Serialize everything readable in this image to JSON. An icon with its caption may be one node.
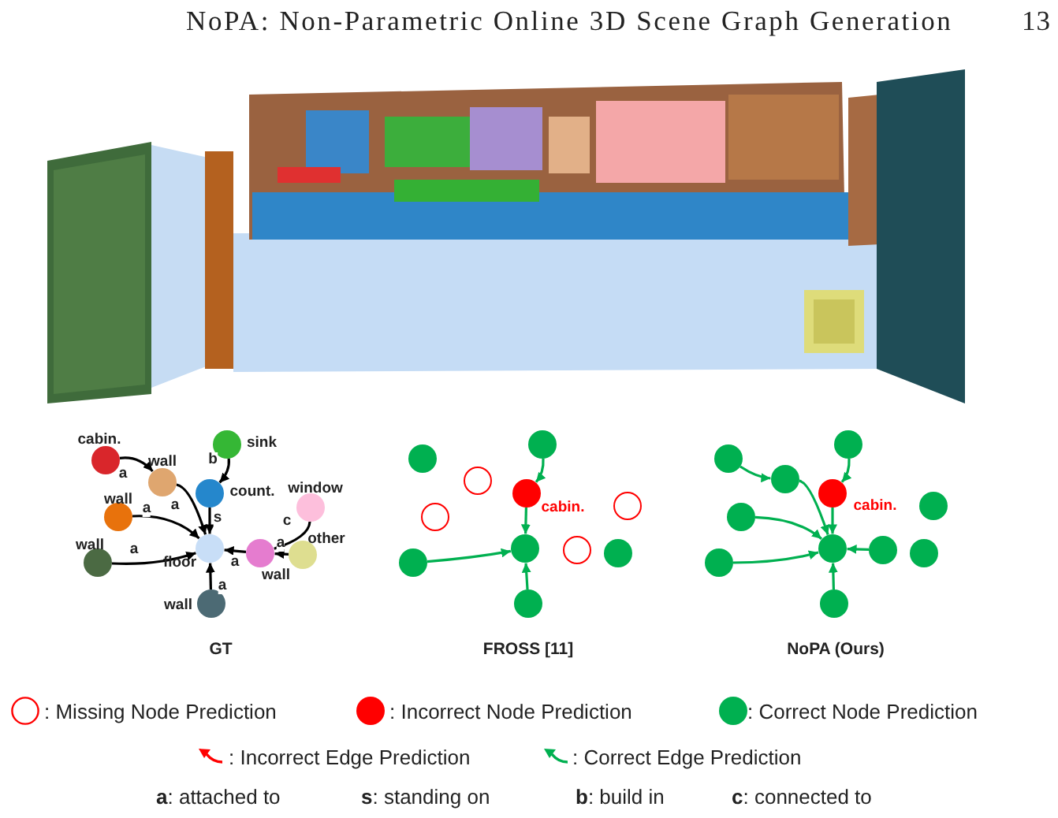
{
  "diagram": {
    "nodes": [
      {
        "text": [],
        "shape": "circle",
        "beside": [
          "cabin."
        ]
      },
      {
        "text": [],
        "shape": "circle",
        "beside": [
          "sink"
        ]
      },
      {
        "text": [],
        "shape": "circle",
        "beside": [
          "wall"
        ]
      },
      {
        "text": [],
        "shape": "circle",
        "beside": [
          "count."
        ]
      },
      {
        "text": [],
        "shape": "circle",
        "beside": [
          "window"
        ]
      },
      {
        "text": [],
        "shape": "circle",
        "beside": [
          "wall"
        ]
      },
      {
        "text": [],
        "shape": "circle",
        "beside": [
          "wall"
        ]
      },
      {
        "text": [],
        "shape": "circle",
        "beside": [
          "floor"
        ]
      },
      {
        "text": [],
        "shape": "circle",
        "beside": [
          "wall"
        ]
      },
      {
        "text": [],
        "shape": "circle",
        "beside": [
          "other"
        ]
      },
      {
        "text": [],
        "shape": "circle",
        "beside": [
          "wall"
        ]
      },
      {
        "text": [],
        "shape": "circle"
      },
      {
        "text": [],
        "shape": "circle"
      },
      {
        "text": [],
        "shape": "circle"
      },
      {
        "text": [],
        "shape": "circle",
        "beside": [
          "cabin."
        ]
      },
      {
        "text": [],
        "shape": "circle"
      },
      {
        "text": [],
        "shape": "circle"
      },
      {
        "text": [],
        "shape": "circle"
      },
      {
        "text": [],
        "shape": "circle"
      },
      {
        "text": [],
        "shape": "circle"
      },
      {
        "text": [],
        "shape": "circle"
      },
      {
        "text": [],
        "shape": "circle"
      },
      {
        "text": [],
        "shape": "circle"
      },
      {
        "text": [],
        "shape": "circle"
      },
      {
        "text": [],
        "shape": "circle"
      },
      {
        "text": [],
        "shape": "circle",
        "beside": [
          "cabin."
        ]
      },
      {
        "text": [],
        "shape": "circle"
      },
      {
        "text": [],
        "shape": "circle"
      },
      {
        "text": [],
        "shape": "circle"
      },
      {
        "text": [],
        "shape": "circle"
      },
      {
        "text": [],
        "shape": "circle"
      },
      {
        "text": [],
        "shape": "circle"
      },
      {
        "text": [],
        "shape": "circle"
      }
    ],
    "edges": [
      {
        "from": 0,
        "to": 2,
        "arrow": "to",
        "label": "a",
        "color": "#000000"
      },
      {
        "from": 1,
        "to": 3,
        "arrow": "to",
        "label": "b",
        "color": "#000000"
      },
      {
        "from": 2,
        "to": 7,
        "arrow": "to",
        "label": "a",
        "color": "#000000"
      },
      {
        "from": 3,
        "to": 7,
        "arrow": "to",
        "label": "s",
        "color": "#000000"
      },
      {
        "from": 4,
        "to": 8,
        "arrow": "to",
        "label": "c",
        "color": "#000000"
      },
      {
        "from": 5,
        "to": 7,
        "arrow": "to",
        "label": "a",
        "color": "#000000"
      },
      {
        "from": 6,
        "to": 7,
        "arrow": "to",
        "label": "a",
        "color": "#000000"
      },
      {
        "from": 9,
        "to": 8,
        "arrow": "to",
        "label": "a",
        "color": "#000000"
      },
      {
        "from": 8,
        "to": 7,
        "arrow": "to",
        "label": "a",
        "color": "#000000"
      },
      {
        "from": 10,
        "to": 7,
        "arrow": "to",
        "label": "a",
        "color": "#000000"
      },
      {
        "from": 12,
        "to": 14,
        "arrow": "to"
      },
      {
        "from": 14,
        "to": 18,
        "arrow": "to"
      },
      {
        "from": 17,
        "to": 18,
        "arrow": "to"
      },
      {
        "from": 21,
        "to": 18,
        "arrow": "to"
      },
      {
        "from": 22,
        "to": 24,
        "arrow": "to"
      },
      {
        "from": 23,
        "to": 25,
        "arrow": "to"
      },
      {
        "from": 24,
        "to": 29,
        "arrow": "to"
      },
      {
        "from": 25,
        "to": 29,
        "arrow": "to"
      },
      {
        "from": 27,
        "to": 29,
        "arrow": "to"
      },
      {
        "from": 28,
        "to": 29,
        "arrow": "to"
      },
      {
        "from": 30,
        "to": 29,
        "arrow": "to"
      },
      {
        "from": 32,
        "to": 29,
        "arrow": "to"
      }
    ],
    "labels": [
      "NoPA: Non-Parametric Online 3D Scene Graph Generation",
      "13",
      "GT",
      "FROSS [11]",
      "NoPA (Ours)",
      "**a**: attached to",
      "**s**: standing on",
      "**b**: build in",
      "**c**: connected to"
    ],
    "legend": [
      {
        "text": ": Missing Node Prediction"
      },
      {
        "text": ": Incorrect Node Prediction",
        "color": "#ff0000"
      },
      {
        "text": ": Correct Node Prediction",
        "color": "#00b050"
      },
      {
        "text": ": Incorrect Edge Prediction"
      },
      {
        "text": ": Correct Edge Prediction"
      }
    ]
  }
}
